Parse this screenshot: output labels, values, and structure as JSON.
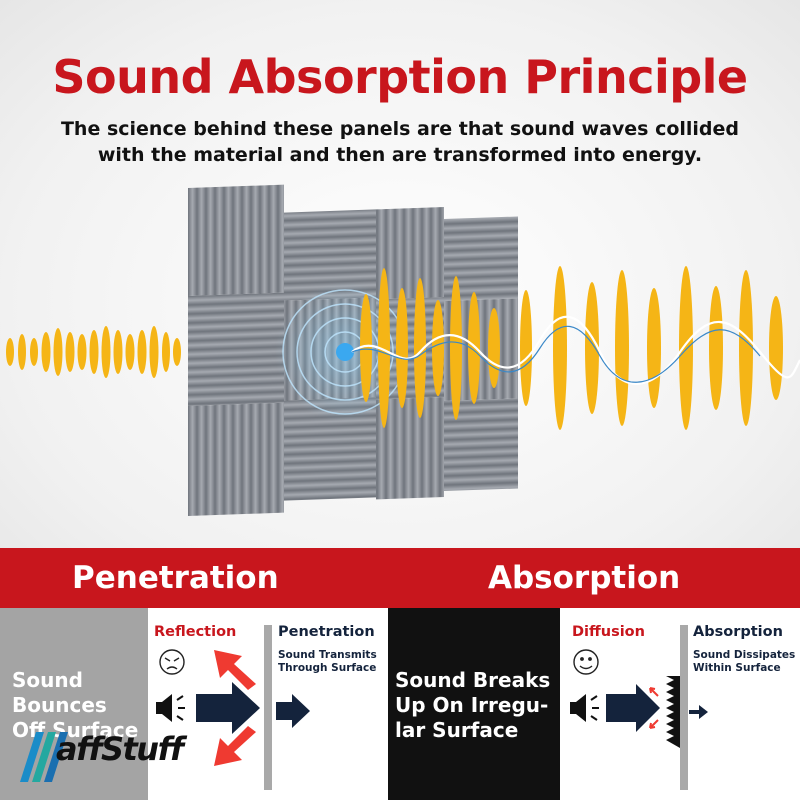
{
  "header": {
    "title": "Sound Absorption Principle",
    "subtitle": "The science behind these panels are that sound waves collided with the material and then are transformed into energy."
  },
  "sections": {
    "left_label": "Penetration",
    "right_label": "Absorption"
  },
  "panels": {
    "bounce_text": "Sound Bounces Off Surface",
    "reflection_title": "Reflection",
    "penetration_title": "Penetration",
    "penetration_desc": "Sound Transmits Through Surface",
    "breaks_text": "Sound Breaks Up On Irregu- lar Surface",
    "diffusion_title": "Diffusion",
    "absorption_title": "Absorption",
    "absorption_desc": "Sound Dissipates Within Surface"
  },
  "logo": {
    "text": "affStuff"
  },
  "icons": [
    "speaker-icon",
    "angry-face-icon",
    "smile-face-icon",
    "arrow-right-icon",
    "reflection-arrow-icon",
    "foam-panel-icon",
    "sound-wave-icon"
  ],
  "colors": {
    "brand_red": "#c8161d",
    "navy": "#14233c",
    "wave_yellow": "#f5b516",
    "foam_gray": "#8a8f97"
  }
}
